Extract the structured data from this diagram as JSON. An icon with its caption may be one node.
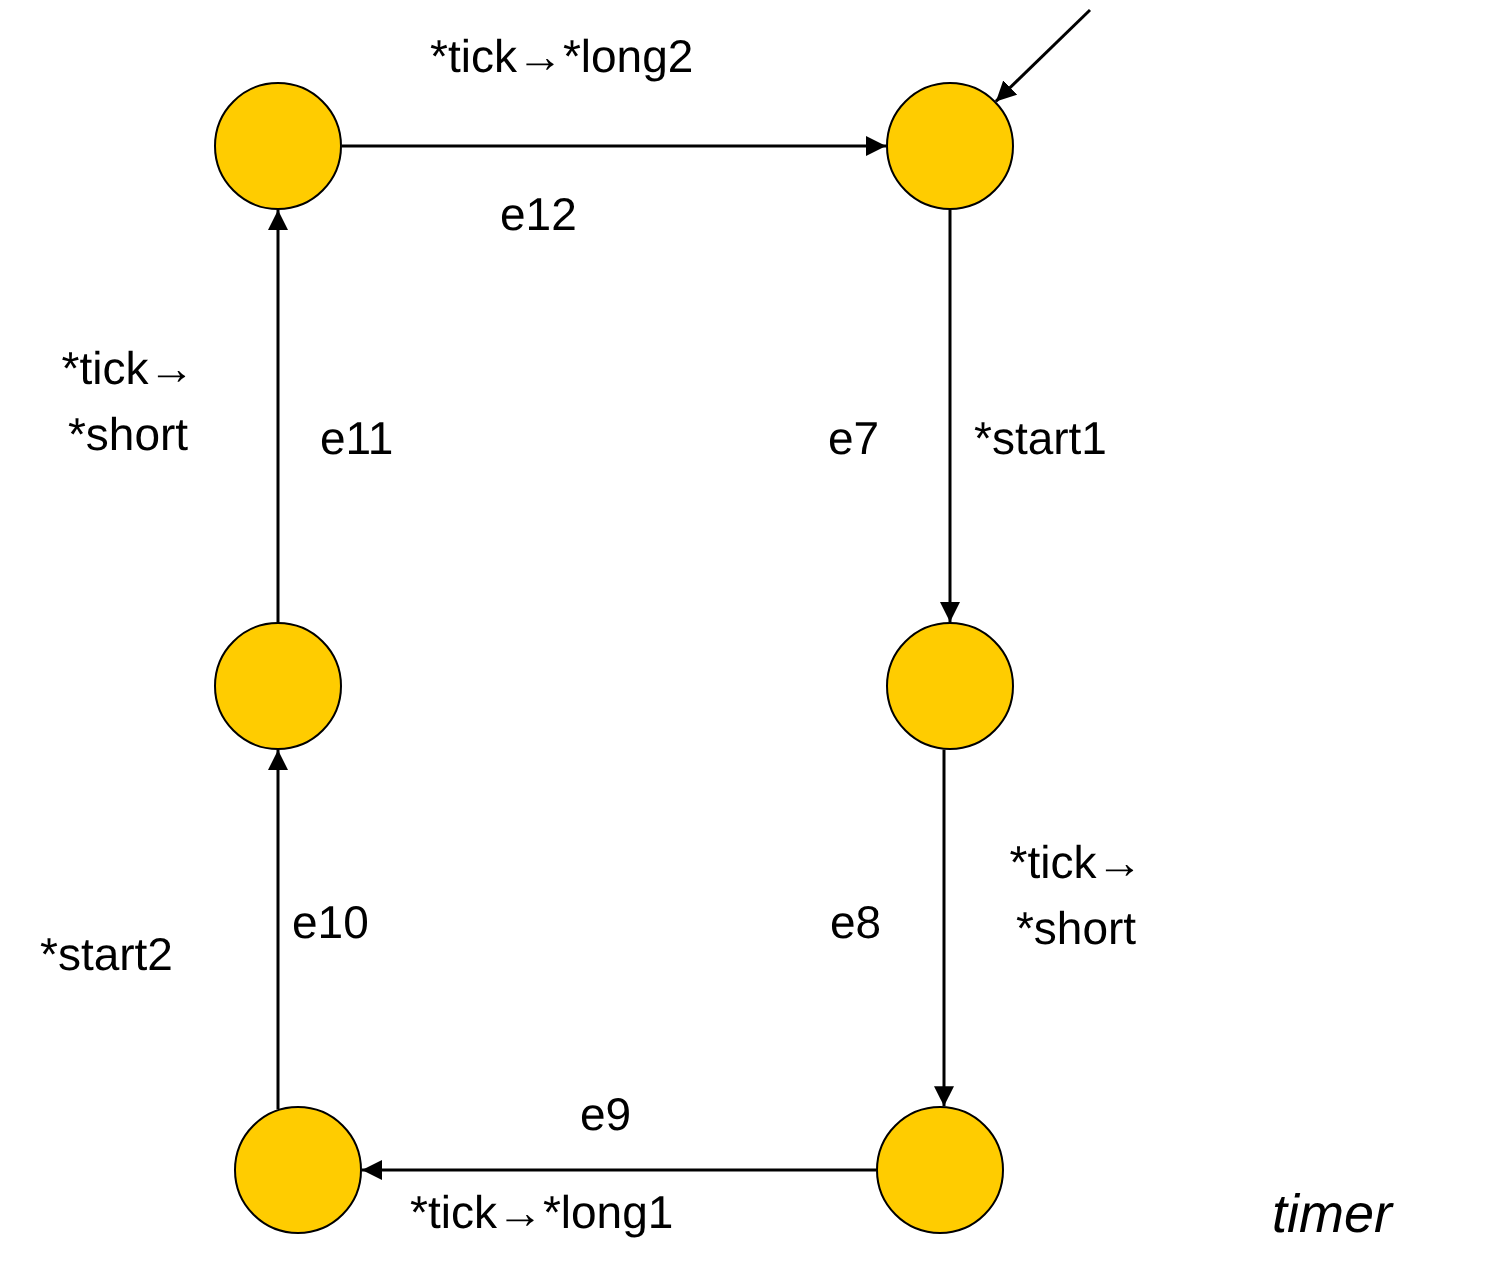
{
  "diagram": {
    "nodes": [
      {
        "text": [],
        "shape": "circle"
      },
      {
        "text": [],
        "shape": "circle"
      },
      {
        "text": [],
        "shape": "circle"
      },
      {
        "text": [],
        "shape": "circle"
      },
      {
        "text": [],
        "shape": "circle"
      },
      {
        "text": [],
        "shape": "circle"
      }
    ],
    "edges": [
      {
        "from": null,
        "to": 1,
        "arrow": "to"
      },
      {
        "from": 0,
        "to": 1,
        "arrow": "to",
        "label": "*tick→*long2"
      },
      {
        "from": 1,
        "to": 3,
        "arrow": "to",
        "label": "*start1"
      },
      {
        "from": 3,
        "to": 5,
        "arrow": "to",
        "label": "*tick→ *short"
      },
      {
        "from": 5,
        "to": 4,
        "arrow": "to",
        "label": "*tick→*long1"
      },
      {
        "from": 4,
        "to": 2,
        "arrow": "to",
        "label": "*start2"
      },
      {
        "from": 2,
        "to": 0,
        "arrow": "to",
        "label": "*tick→ *short"
      }
    ],
    "labels": [
      "e12",
      "e11",
      "e7",
      "e10",
      "e8",
      "e9",
      "timer"
    ]
  }
}
